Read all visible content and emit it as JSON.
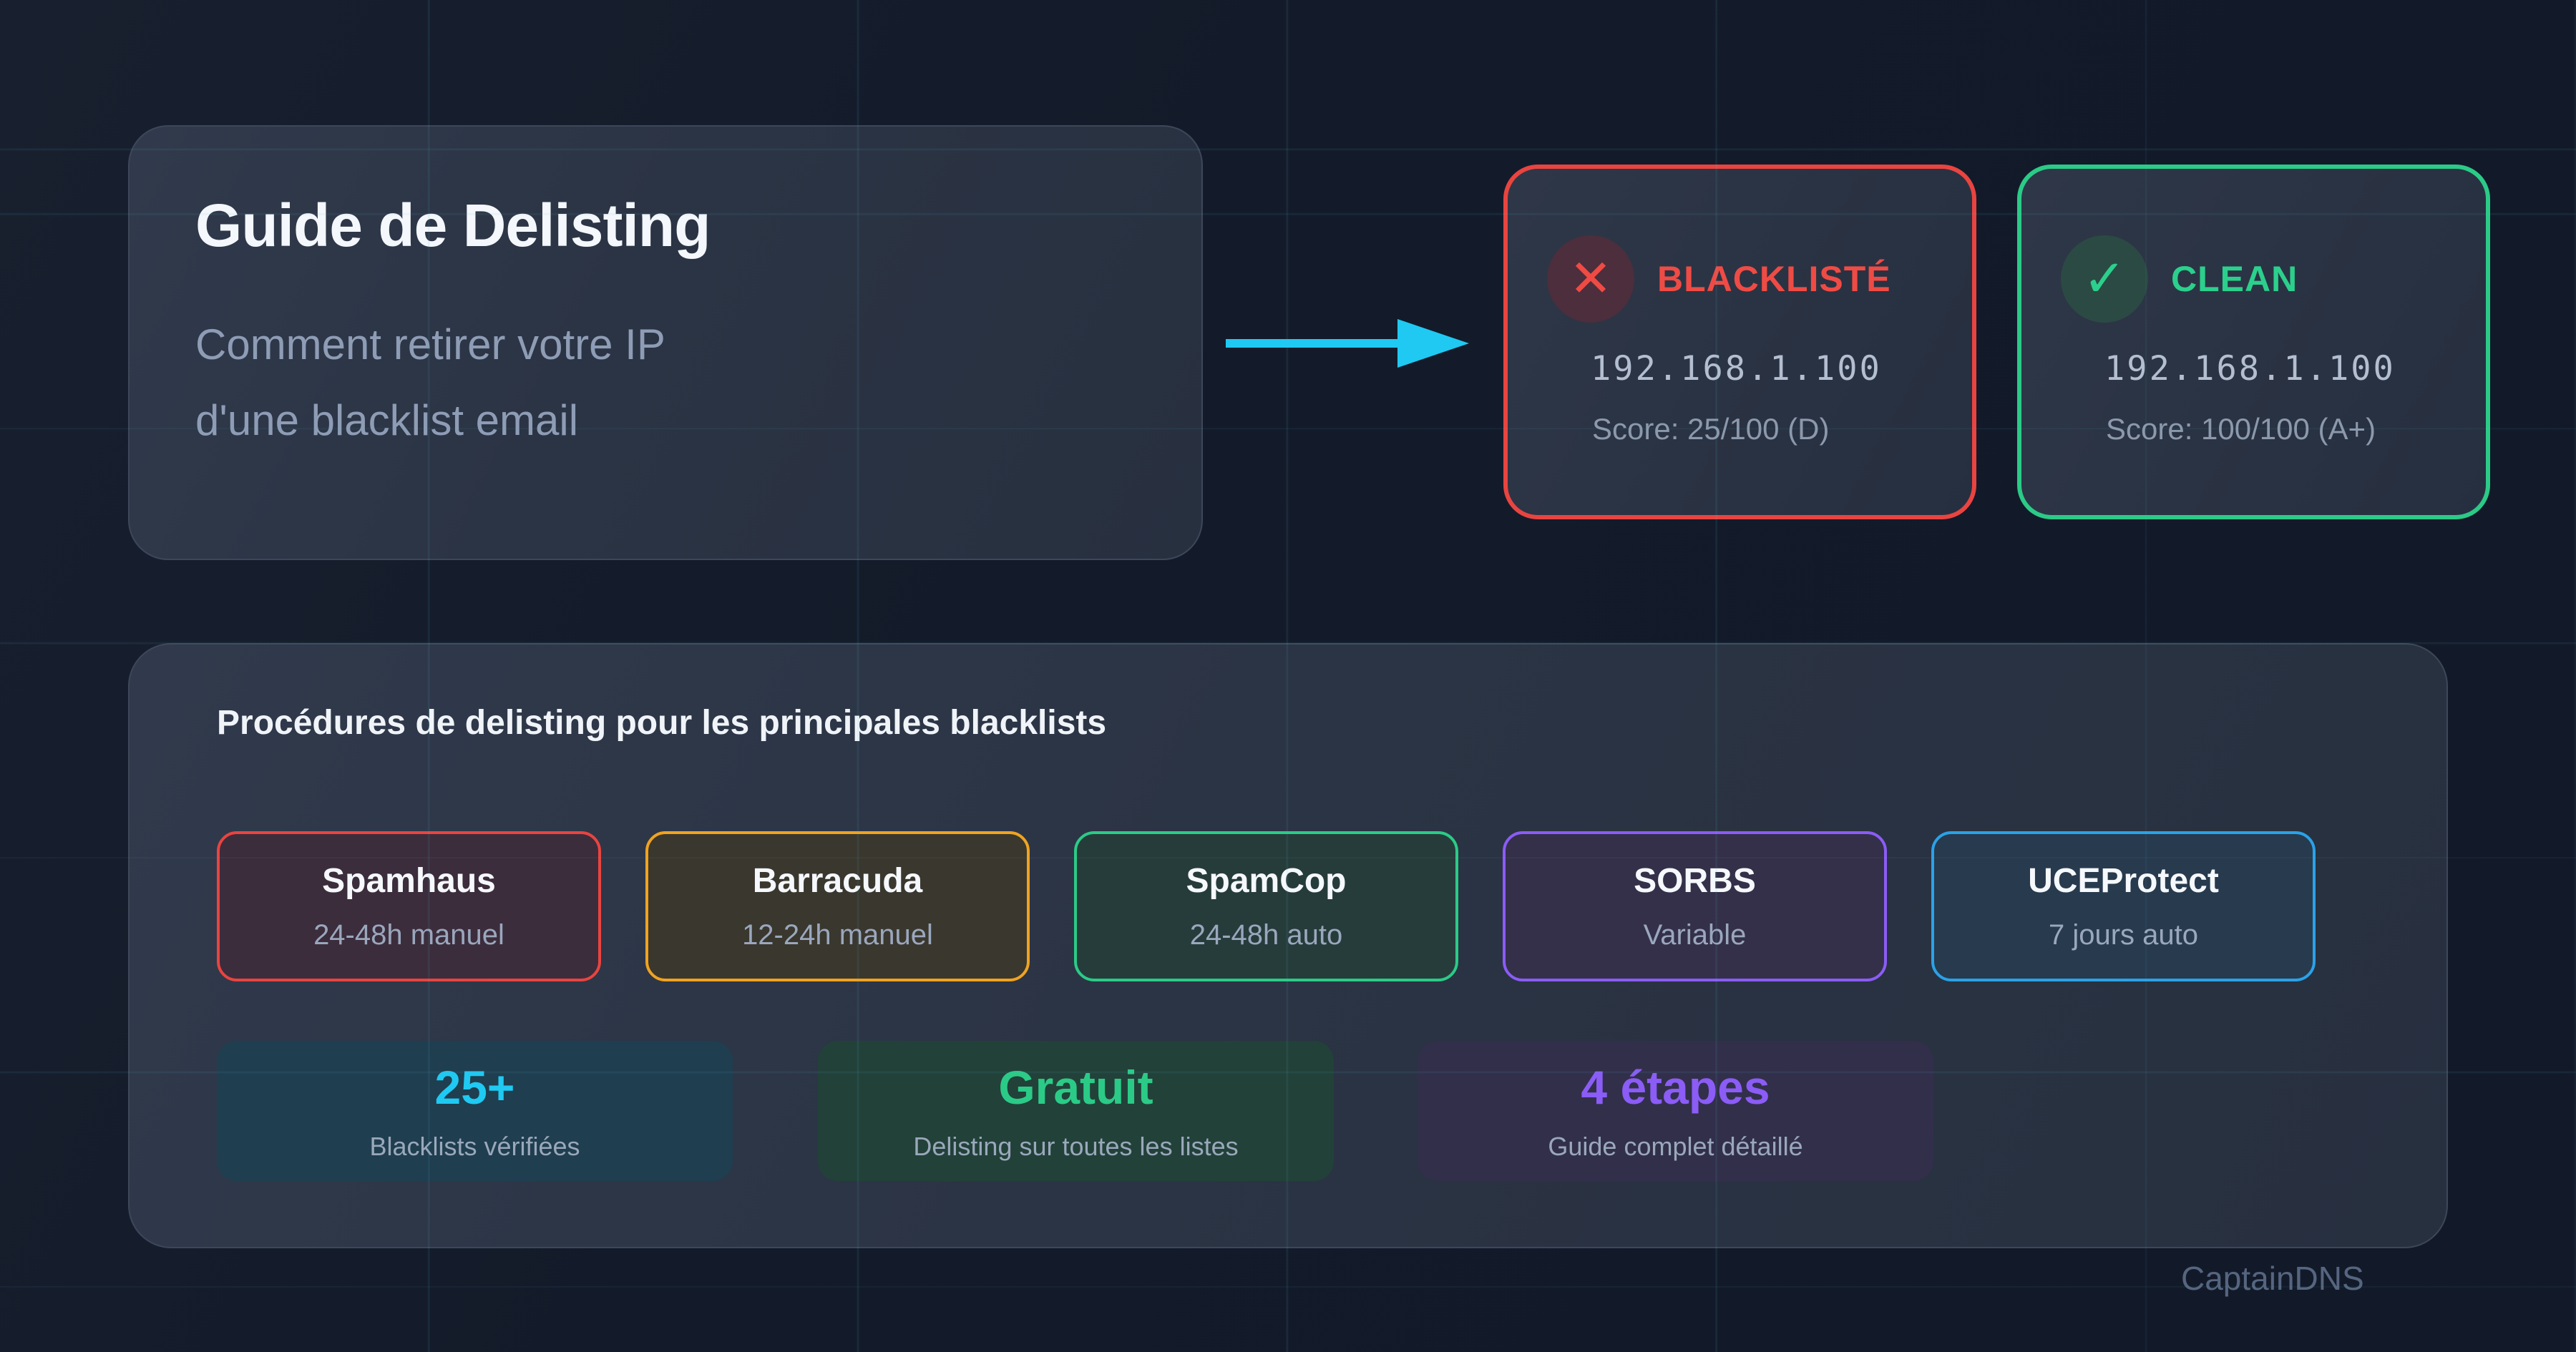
{
  "page": {
    "background": "#131b2a",
    "grid_color": "#56b4cd",
    "watermark": "CaptainDNS"
  },
  "hero": {
    "title": "Guide de Delisting",
    "subtitle_line1": "Comment retirer votre IP",
    "subtitle_line2": "d'une blacklist email"
  },
  "arrow": {
    "direction": "right",
    "color": "#1fc9f2"
  },
  "status_cards": [
    {
      "label": "BLACKLISTÉ",
      "icon": "x-icon",
      "icon_glyph": "✕",
      "ip": "192.168.1.100",
      "score": "Score: 25/100 (D)",
      "accent": "#e94440"
    },
    {
      "label": "CLEAN",
      "icon": "check-icon",
      "icon_glyph": "✓",
      "ip": "192.168.1.100",
      "score": "Score: 100/100 (A+)",
      "accent": "#2bcb87"
    }
  ],
  "procedures": {
    "heading": "Procédures de delisting pour les principales blacklists",
    "blacklists": [
      {
        "name": "Spamhaus",
        "delay": "24-48h manuel",
        "accent": "#e94440"
      },
      {
        "name": "Barracuda",
        "delay": "12-24h manuel",
        "accent": "#f0a320"
      },
      {
        "name": "SpamCop",
        "delay": "24-48h auto",
        "accent": "#2bcb87"
      },
      {
        "name": "SORBS",
        "delay": "Variable",
        "accent": "#8b5cf6"
      },
      {
        "name": "UCEProtect",
        "delay": "7 jours auto",
        "accent": "#2aa2e8"
      }
    ],
    "stats": [
      {
        "value": "25+",
        "label": "Blacklists vérifiées",
        "accent": "#1fc9f2"
      },
      {
        "value": "Gratuit",
        "label": "Delisting sur toutes les listes",
        "accent": "#2bcb87"
      },
      {
        "value": "4 étapes",
        "label": "Guide complet détaillé",
        "accent": "#8b5cf6"
      }
    ]
  }
}
